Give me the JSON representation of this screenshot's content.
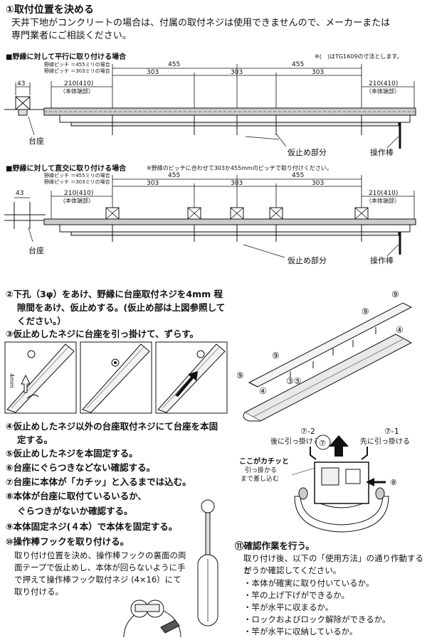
{
  "header": {
    "title": "①取付位置を決める",
    "intro_1": "天井下地がコンクリートの場合は、付属の取付ネジは使用できませんので、メーカーまたは",
    "intro_2": "専門業者にご相談ください。"
  },
  "section_parallel": {
    "title": "■野縁に対して平行に取り付ける場合",
    "note": "※(　)はTG1609の寸法とします。",
    "pitch_455": "野縁ピッチ ＝455ミリの場合",
    "pitch_303": "野縁ピッチ ＝303ミリの場合",
    "dim_43": "43",
    "dim_455a": "455",
    "dim_455b": "455",
    "dim_303a": "303",
    "dim_303b": "303",
    "dim_303c": "303",
    "dim_end_left": "210(410)",
    "dim_end_right": "210(410)",
    "body_end_left": "（本体端部）",
    "body_end_right": "（本体端部）",
    "label_base": "台座",
    "label_temp": "仮止め部分",
    "label_rod": "操作棒"
  },
  "section_perpendicular": {
    "title": "■野縁に対して直交に取り付ける場合",
    "note": "※野縁のピッチに合わせて303か455mmのピッチで取り付けください。",
    "pitch_455": "野縁ピッチ ＝455ミリの場合",
    "pitch_303": "野縁ピッチ ＝303ミリの場合",
    "dim_43": "43",
    "dim_455a": "455",
    "dim_455b": "455",
    "dim_303a": "303",
    "dim_303b": "303",
    "dim_303c": "303",
    "dim_end_left": "210(410)",
    "dim_end_right": "210(410)",
    "body_end_left": "（本体端部）",
    "body_end_right": "（本体端部）",
    "label_base": "台座",
    "label_temp": "仮止め部分",
    "label_rod": "操作棒"
  },
  "steps": {
    "s2_l1": "②下孔（3φ）をあけ、野縁に台座取付ネジを4mm 程",
    "s2_l2": "隙間をあけ、仮止めする。(仮止め部は上図参照して",
    "s2_l3": "ください。）",
    "s3": "③仮止めしたネジに台座を引っ掛けて、ずらす。",
    "s4_l1": "④仮止めしたネジ以外の台座取付ネジにて台座を本固",
    "s4_l2": "定する。",
    "s5": "⑤仮止めしたネジを本固定する。",
    "s6": "⑥台座にぐらつきなどない確認する。",
    "s7": "⑦台座に本体が「カチッ」と入るまでは込む。",
    "s8_l1": "⑧本体が台座に取付ているいるか、",
    "s8_l2": "ぐらつきがないか確認する。",
    "s9": "⑨本体固定ネジ(４本）で本体を固定する。",
    "s10": "⑩操作棒フックを取り付ける。",
    "s10_n1": "取り付け位置を決め、操作棒フックの裏面の両",
    "s10_n2": "面テープで仮止めし、本体が回らないように手",
    "s10_n3": "で押えて操作棒フック取付ネジ (4×16）にて",
    "s10_n4": "取り付ける。",
    "s11": "⑪確認作業を行う。",
    "s11_n1": "取り付け後、以下の「使用方法」の通り作動するか",
    "s11_n2": "どうか確認してください。",
    "check_1": "・本体が確実に取り付いているか。",
    "check_2": "・竿の上げ下げができるか。",
    "check_3": "・竿が水平に収まるか。",
    "check_4": "・ロックおよびロック解除ができるか。",
    "check_5": "・竿が水平に収納しているか。"
  },
  "figure_labels": {
    "gap": "4mm",
    "n9a": "⑨",
    "n9b": "⑨",
    "n9c": "⑨",
    "n9d": "⑨",
    "n4a": "④",
    "n4b": "④",
    "n35": "③⑤",
    "n7": "⑦",
    "n8": "⑧",
    "hook_back": "⑦-2",
    "hook_back_text": "後に引っ掛ける",
    "hook_front": "⑦-1",
    "hook_front_text": "先に引っ掛ける",
    "click_1": "ここがカチッと",
    "click_2": "引っ掛かる",
    "click_3": "まで差し込む"
  }
}
